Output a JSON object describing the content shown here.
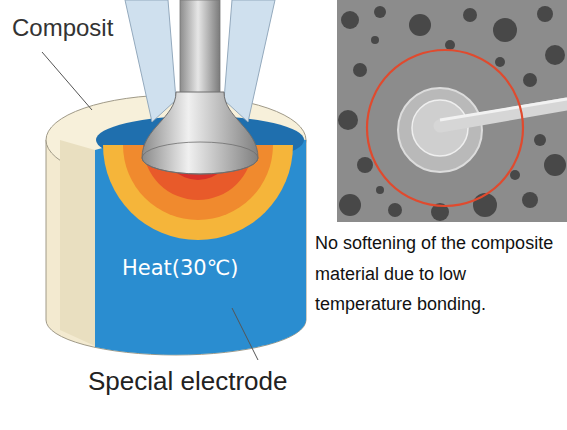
{
  "diagram": {
    "labels": [
      "Composit",
      "Heat(30℃)",
      "Special electrode",
      "No softening of the composite material due to low temperature bonding."
    ]
  }
}
